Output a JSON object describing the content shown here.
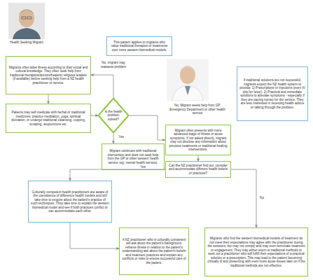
{
  "diagram": {
    "nodes": [
      {
        "text": [
          "This pattern applies to migrants who value traditional therapies or treatments over more western biomedical models."
        ]
      },
      {
        "text": [
          "Migrants often label illness according to their social and cultural knowledge. They often seek help from traditional therapists/doctors/healers/ religious leaders (if available) before seeking help from a NZ health practitioner or service."
        ]
      },
      {
        "text": [
          "Patients may self-medicate with herbal or traditional medicines; practice meditation, yoga, spiritual divination; or undergo traditional cleansing, cupping, scraping, acupuncture etc."
        ]
      },
      {
        "text": [
          "Is the health problem solved?"
        ]
      },
      {
        "text": [
          "Migrant continues with traditional intervention and does not seek help from the GP or other western health service (eg: mental health service)."
        ]
      },
      {
        "text": [
          "Migrant often presents with more advanced stage of illness or acute symptoms. If not asked directly, migrant may not disclose any information about previous treatments or traditional healing interventions."
        ]
      },
      {
        "text": [
          "If traditional solutions are not successful, migrants expect the NZ health system to provide: 1) Prescriptions or injections (even IV drip for fever). 2) Practical and immediate solutions to alleviate symptoms - especially if they are paying money for the service. They are less interested in receiving health advice or talking through the problem."
        ]
      },
      {
        "text": [
          "Can the NZ practitioner find out, consider and accommodate different health beliefs or practices?"
        ]
      },
      {
        "text": [
          "Culturally competent health practitioners are aware of the coexistence of difference health models and will take time to enquire about the patient's practice of such techniques. They take time to explain the western biomedical model and see if both practices conflict or can accommodate each other."
        ]
      },
      {
        "text": [
          "A NZ practitioner who is culturally competent will ask about the patient's background, reframe illness in relation to the patient's understanding ask about the patient's beliefs and treatment practices and explain any conflicts or risks to ensure successful care of the patient."
        ]
      },
      {
        "text": [
          "Migrants who find the western biomedical models of treatment do not meet their expectations may agree with the practitioner during the sessions; but may not comply and may even terminate treatment or engagement. They may either return to traditional methods or seek out a practitioner who will fulfill their expectations of a practical solution or a prescription. This may lead to the patient becoming critically ill and presenting with even more acute issues later on if the traditional methods are not effective."
        ]
      }
    ],
    "edges": [
      {
        "from": 1,
        "to": 2,
        "arrow": "to"
      },
      {
        "from": 2,
        "to": 3,
        "arrow": "to"
      },
      {
        "from": 3,
        "to": 1,
        "label": "No, migrant may reassess problem",
        "arrow": "to"
      },
      {
        "from": 3,
        "to": 4,
        "label": "Yes",
        "arrow": "to"
      },
      {
        "from": 3,
        "to": 5,
        "label": "No, Migrant seeks help from GP, Emergency Department or other health service",
        "arrow": "to"
      },
      {
        "from": 5,
        "to": 7,
        "arrow": "to"
      },
      {
        "from": 7,
        "to": 8,
        "label": "Yes",
        "arrow": "to"
      },
      {
        "from": 7,
        "to": 10,
        "label": "No",
        "arrow": "to"
      },
      {
        "from": 8,
        "to": 9,
        "arrow": "to"
      }
    ],
    "labels": [
      "Health Seeking Migrant"
    ]
  }
}
